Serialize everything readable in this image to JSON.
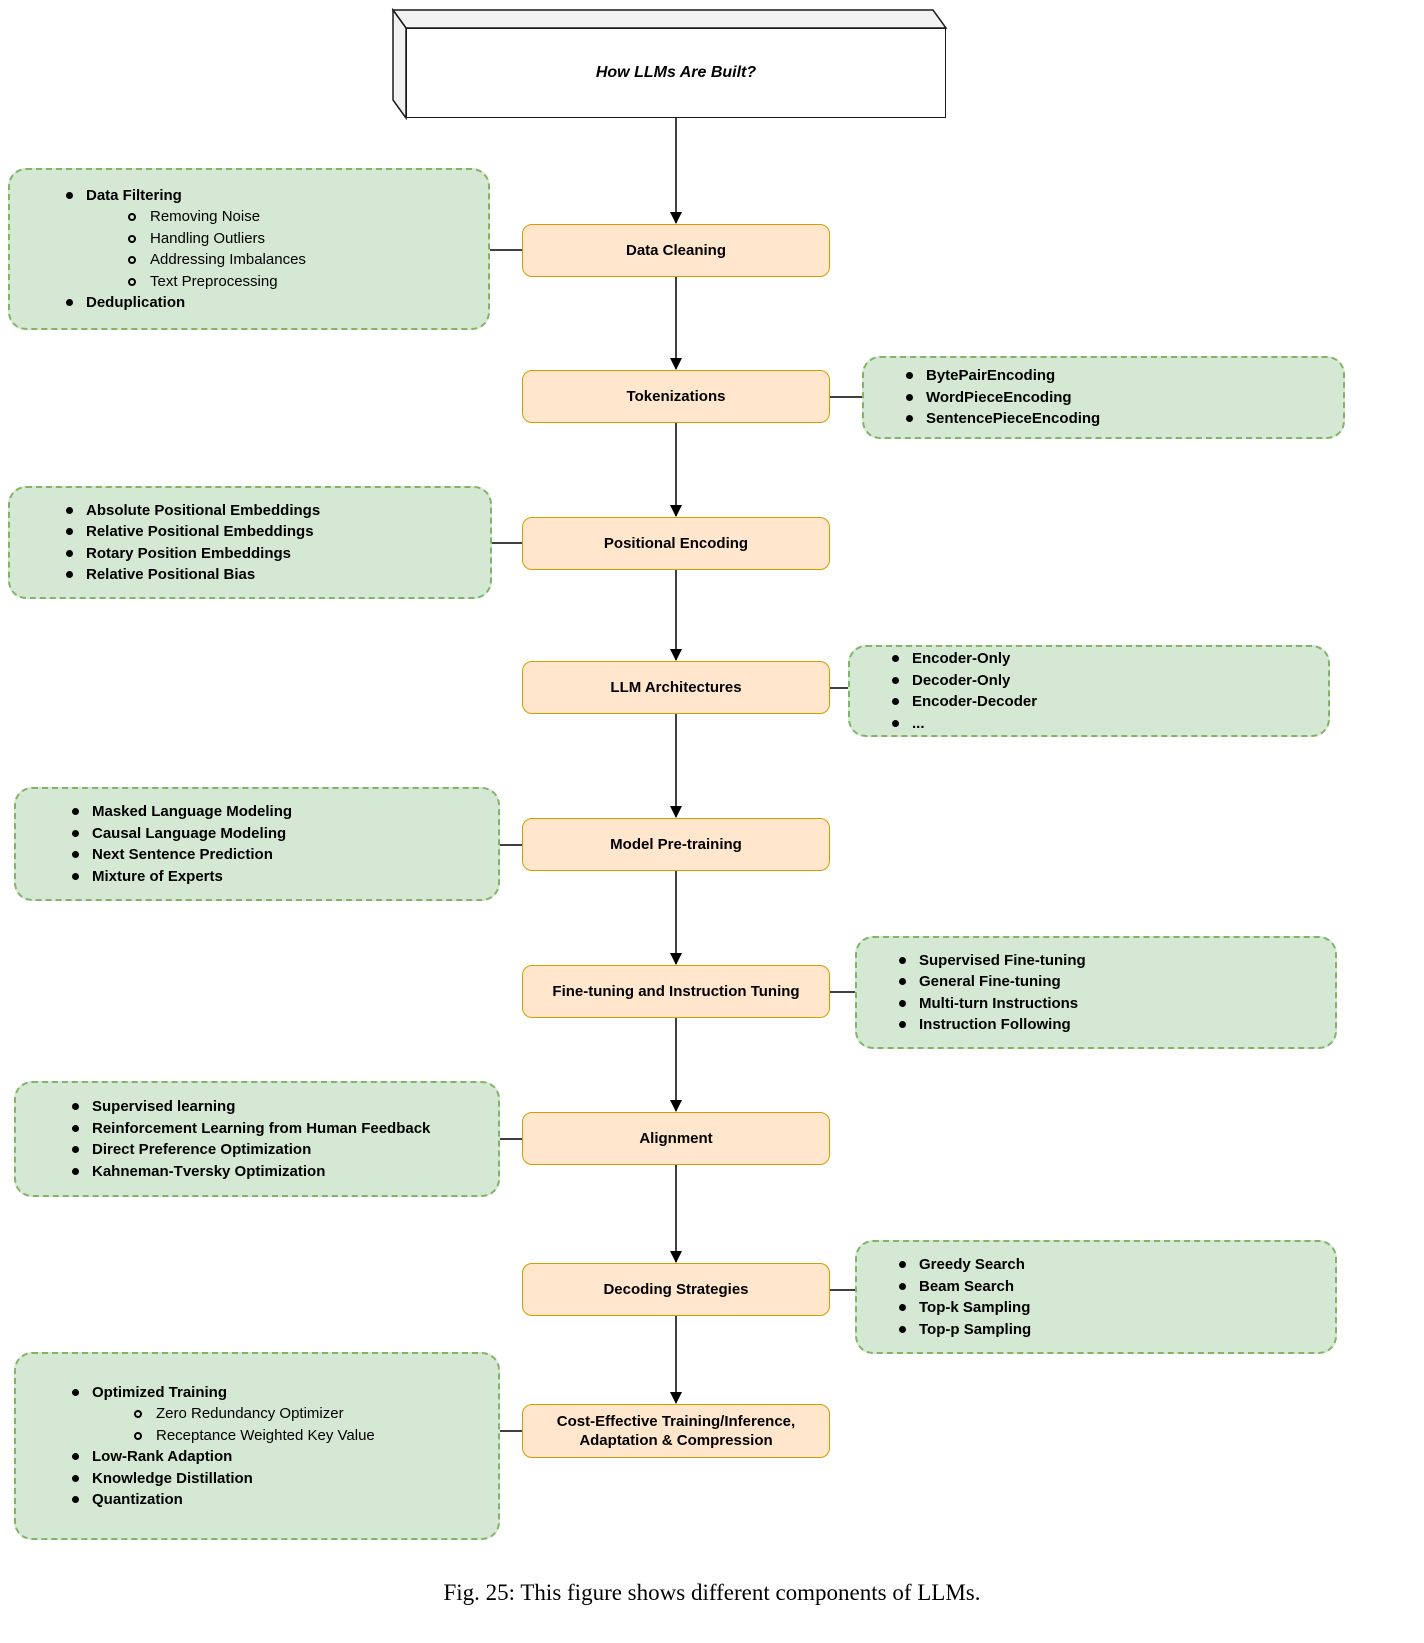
{
  "title": "How LLMs Are Built?",
  "caption": "Fig. 25: This figure shows different components of LLMs.",
  "colors": {
    "stage_fill": "#FFE6CC",
    "stage_border": "#D79B00",
    "note_fill": "#D5E8D4",
    "note_border": "#82B366",
    "connector": "#000000"
  },
  "stages": [
    {
      "label": "Data Cleaning",
      "note_side": "left",
      "note_items": [
        {
          "text": "Data Filtering",
          "level": 1,
          "bold": true
        },
        {
          "text": "Removing Noise",
          "level": 2,
          "bold": false
        },
        {
          "text": "Handling Outliers",
          "level": 2,
          "bold": false
        },
        {
          "text": "Addressing Imbalances",
          "level": 2,
          "bold": false
        },
        {
          "text": "Text Preprocessing",
          "level": 2,
          "bold": false
        },
        {
          "text": "Deduplication",
          "level": 1,
          "bold": true
        }
      ]
    },
    {
      "label": "Tokenizations",
      "note_side": "right",
      "note_items": [
        {
          "text": "BytePairEncoding",
          "level": 1,
          "bold": true
        },
        {
          "text": "WordPieceEncoding",
          "level": 1,
          "bold": true
        },
        {
          "text": "SentencePieceEncoding",
          "level": 1,
          "bold": true
        }
      ]
    },
    {
      "label": "Positional Encoding",
      "note_side": "left",
      "note_items": [
        {
          "text": "Absolute Positional Embeddings",
          "level": 1,
          "bold": true
        },
        {
          "text": "Relative Positional Embeddings",
          "level": 1,
          "bold": true
        },
        {
          "text": "Rotary Position Embeddings",
          "level": 1,
          "bold": true
        },
        {
          "text": "Relative Positional Bias",
          "level": 1,
          "bold": true
        }
      ]
    },
    {
      "label": "LLM Architectures",
      "note_side": "right",
      "note_items": [
        {
          "text": "Encoder-Only",
          "level": 1,
          "bold": true
        },
        {
          "text": "Decoder-Only",
          "level": 1,
          "bold": true
        },
        {
          "text": "Encoder-Decoder",
          "level": 1,
          "bold": true
        },
        {
          "text": "...",
          "level": 1,
          "bold": true
        }
      ]
    },
    {
      "label": "Model Pre-training",
      "note_side": "left",
      "note_items": [
        {
          "text": "Masked Language Modeling",
          "level": 1,
          "bold": true
        },
        {
          "text": "Causal Language Modeling",
          "level": 1,
          "bold": true
        },
        {
          "text": "Next Sentence Prediction",
          "level": 1,
          "bold": true
        },
        {
          "text": "Mixture of Experts",
          "level": 1,
          "bold": true
        }
      ]
    },
    {
      "label": "Fine-tuning and Instruction Tuning",
      "note_side": "right",
      "note_items": [
        {
          "text": "Supervised Fine-tuning",
          "level": 1,
          "bold": true
        },
        {
          "text": "General Fine-tuning",
          "level": 1,
          "bold": true
        },
        {
          "text": "Multi-turn Instructions",
          "level": 1,
          "bold": true
        },
        {
          "text": "Instruction Following",
          "level": 1,
          "bold": true
        }
      ]
    },
    {
      "label": "Alignment",
      "note_side": "left",
      "note_items": [
        {
          "text": "Supervised learning",
          "level": 1,
          "bold": true
        },
        {
          "text": "Reinforcement Learning from Human Feedback",
          "level": 1,
          "bold": true
        },
        {
          "text": "Direct Preference Optimization",
          "level": 1,
          "bold": true
        },
        {
          "text": "Kahneman-Tversky Optimization",
          "level": 1,
          "bold": true
        }
      ]
    },
    {
      "label": "Decoding Strategies",
      "note_side": "right",
      "note_items": [
        {
          "text": "Greedy Search",
          "level": 1,
          "bold": true
        },
        {
          "text": "Beam Search",
          "level": 1,
          "bold": true
        },
        {
          "text": "Top-k Sampling",
          "level": 1,
          "bold": true
        },
        {
          "text": "Top-p Sampling",
          "level": 1,
          "bold": true
        }
      ]
    },
    {
      "label": "Cost-Effective Training/Inference, Adaptation & Compression",
      "note_side": "left",
      "note_items": [
        {
          "text": "Optimized Training",
          "level": 1,
          "bold": true
        },
        {
          "text": "Zero Redundancy Optimizer",
          "level": 2,
          "bold": false
        },
        {
          "text": "Receptance Weighted Key Value",
          "level": 2,
          "bold": false
        },
        {
          "text": "Low-Rank Adaption",
          "level": 1,
          "bold": true
        },
        {
          "text": "Knowledge Distillation",
          "level": 1,
          "bold": true
        },
        {
          "text": "Quantization",
          "level": 1,
          "bold": true
        }
      ]
    }
  ]
}
